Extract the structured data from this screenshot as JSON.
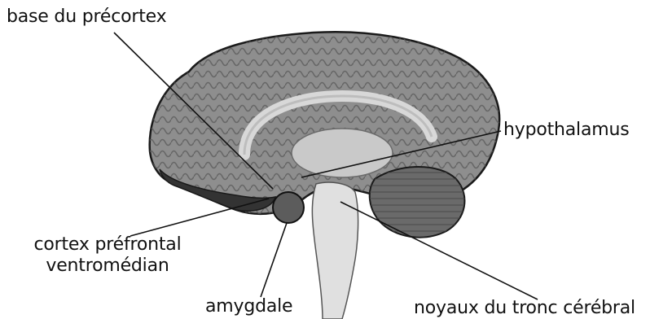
{
  "labels": {
    "base_precortex": "base du précortex",
    "hypothalamus": "hypothalamus",
    "cortex_line1": "cortex préfrontal",
    "cortex_line2": "ventromédian",
    "amygdale": "amygdale",
    "noyaux": "noyaux du tronc cérébral"
  },
  "colors": {
    "outline": "#1a1a1a",
    "brain_fill": "#8c8c8c",
    "prefrontal_region": "#3a3a3a",
    "light_region": "#d9d9d9"
  }
}
